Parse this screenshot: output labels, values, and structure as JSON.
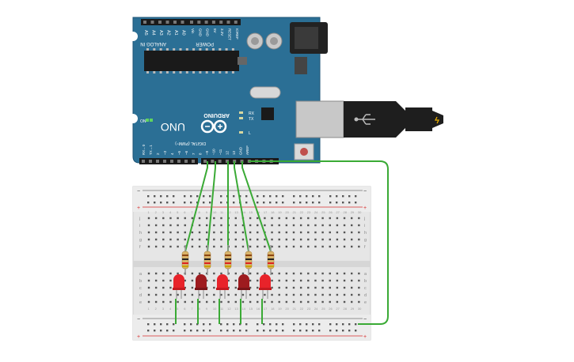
{
  "arduino": {
    "brand": "ARDUINO",
    "model": "UNO",
    "analog_header_label": "ANALOG IN",
    "analog_pins": [
      "A5",
      "A4",
      "A3",
      "A2",
      "A1",
      "A0"
    ],
    "power_header_label": "POWER",
    "power_pins": [
      "Vin",
      "GND",
      "GND",
      "5V",
      "3.3V",
      "RESET",
      "IOREF"
    ],
    "digital_header_label": "DIGITAL (PWM~)",
    "digital_pins_right": [
      "AREF",
      "GND",
      "13",
      "12",
      "~11",
      "~10",
      "~9",
      "8"
    ],
    "digital_pins_left": [
      "7",
      "~6",
      "~5",
      "4",
      "~3",
      "2",
      "TX→1",
      "RX←0"
    ],
    "led_on_label": "ON",
    "led_l_label": "L",
    "led_tx_label": "TX",
    "led_rx_label": "RX"
  },
  "breadboard": {
    "row_letters_top": [
      "j",
      "i",
      "h",
      "g",
      "f"
    ],
    "row_letters_bottom": [
      "e",
      "d",
      "c",
      "b",
      "a"
    ],
    "column_numbers": [
      "1",
      "2",
      "3",
      "4",
      "5",
      "6",
      "7",
      "8",
      "9",
      "10",
      "11",
      "12",
      "13",
      "14",
      "15",
      "16",
      "17",
      "18",
      "19",
      "20",
      "21",
      "22",
      "23",
      "24",
      "25",
      "26",
      "27",
      "28",
      "29",
      "30"
    ],
    "rail_minus": "−",
    "rail_plus": "+"
  },
  "colors": {
    "board": "#2b6f95",
    "board_dark": "#1f5577",
    "breadboard": "#e6e6e6",
    "wire": "#3aaa35",
    "led_on": "#e8232a",
    "led_off": "#9e1b1f",
    "resistor": "#d9b36a",
    "rail_red": "#d92b2b"
  },
  "icons": {
    "arduino_logo": "infinity-logo-icon",
    "usb": "usb-icon"
  }
}
